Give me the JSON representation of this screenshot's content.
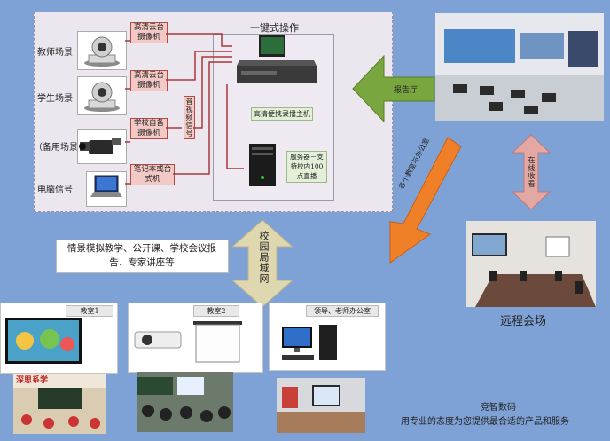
{
  "main_panel": {
    "title": "一键式操作",
    "scenes": [
      "教师场景",
      "学生场景",
      "（备用场景）",
      "电脑信号"
    ],
    "sources": [
      "高清云台摄像机",
      "高清云台摄像机",
      "学校自备摄像机",
      "笔记本或台式机"
    ],
    "av_signal": "音视频信号",
    "host_label": "高清便携录播主机",
    "server_label": "服务器－支持校内100点直播"
  },
  "arrows": {
    "report_hall": "报告厅",
    "offices": "各个教室与办公室",
    "online_viewing": "在线收看",
    "campus_lan": "校园局域网"
  },
  "usage_text": "情景模拟教学、公开课、学校会议报告、专家讲座等",
  "remote_venue": "远程会场",
  "rooms": [
    "教室1",
    "教室2",
    "领导、老师办公室"
  ],
  "banner_text": "深思系学",
  "footer": {
    "brand": "竞智数码",
    "slogan": "用专业的态度为您提供最合适的产品和服务"
  },
  "colors": {
    "background": "#7fa2d6",
    "panel": "#ece6ef",
    "pink_box": "#f2c9c4",
    "green_arrow": "#7aa63f",
    "orange_arrow": "#f08028",
    "pink_arrow": "#e3a7a4",
    "tan_arrow": "#ded7b0"
  }
}
